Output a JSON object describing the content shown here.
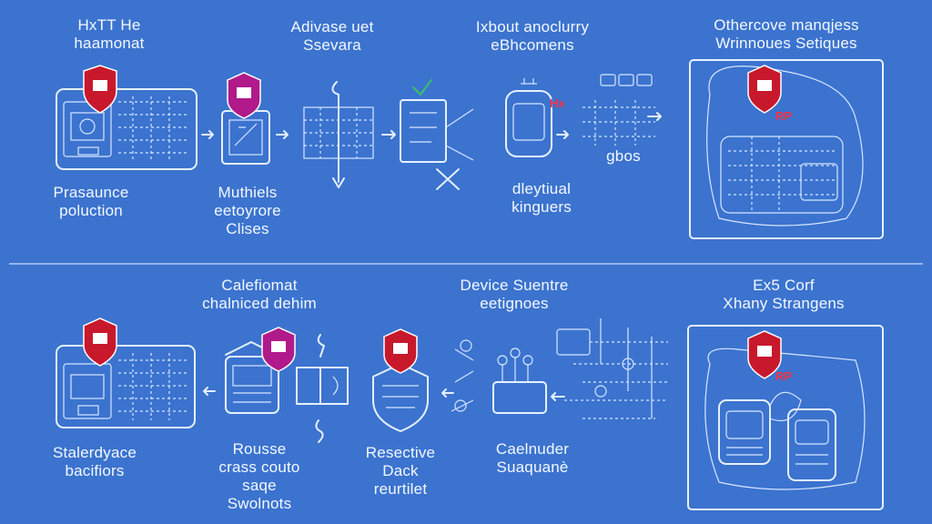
{
  "top_row": {
    "stages": [
      {
        "label": "Prasaunce\npoluction",
        "header": "HxTT He\nhaamonat"
      },
      {
        "label": "Muthiels\neetoyrore\nClises",
        "header": "Adivase uet\nSsevara"
      },
      {
        "label": "dleytiual\nkinguers",
        "header": "Ixbout anoclurry\neBhcomens",
        "mid_text": "gbos"
      },
      {
        "label": "",
        "header": "Othercove manqjess\nWrinnoues Setiques"
      }
    ],
    "tags": {
      "hx": "Hx",
      "rp": "RP"
    }
  },
  "bottom_row": {
    "stages": [
      {
        "label": "Stalerdyace\nbacifiors",
        "header": ""
      },
      {
        "label": "Rousse\ncrass couto\nsaqe\nSwolnots",
        "header": "Calefiomat\nchalniced dehim"
      },
      {
        "label": "Resective\nDack\nreurtilet",
        "header": ""
      },
      {
        "label": "Caelnuder\nSuaquanè",
        "header": "Device Suentre\neetignoes"
      },
      {
        "label": "",
        "header": "Ex5 Corf\nXhany Strangens"
      }
    ],
    "tags": {
      "rp": "RP"
    }
  },
  "colors": {
    "background": "#3b73cf",
    "shield_red": "#c8182c",
    "shield_pink": "#b01a8a",
    "line": "#e6f0ff"
  }
}
